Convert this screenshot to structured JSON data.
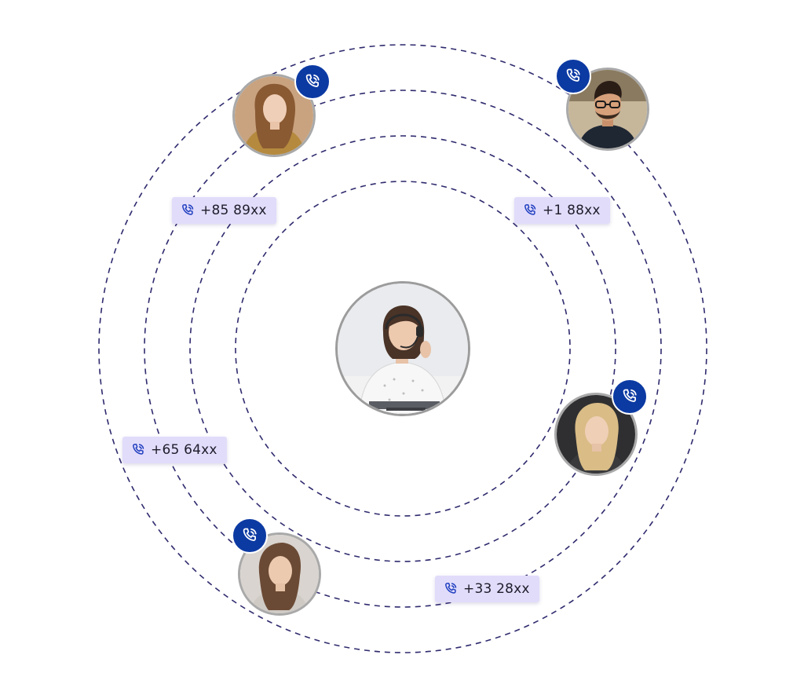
{
  "colors": {
    "orbit_stroke": "#2f2b6e",
    "badge_fill": "#0c3aa3",
    "chip_fill": "#e2dcfb",
    "chip_icon": "#1f3fbf",
    "avatar_border": "#a9a9a9"
  },
  "center_agent": {
    "icon": "headset-agent-photo"
  },
  "contacts": [
    {
      "name": "contact-top-left",
      "icon": "phone-call-icon"
    },
    {
      "name": "contact-top-right",
      "icon": "phone-call-icon"
    },
    {
      "name": "contact-right",
      "icon": "phone-call-icon"
    },
    {
      "name": "contact-bottom-left",
      "icon": "phone-call-icon"
    }
  ],
  "number_chips": [
    {
      "label": "+85 89xx"
    },
    {
      "label": "+1 88xx"
    },
    {
      "label": "+65 64xx"
    },
    {
      "label": "+33 28xx"
    }
  ]
}
